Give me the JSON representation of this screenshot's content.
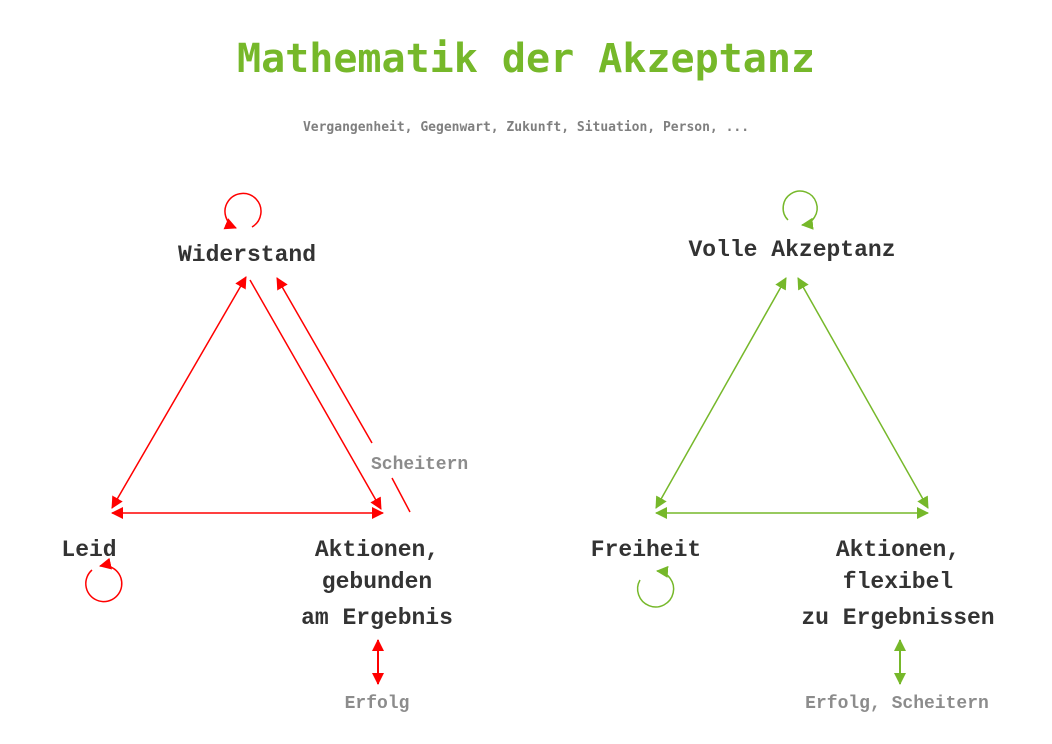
{
  "title": "Mathematik der Akzeptanz",
  "subtitle": "Vergangenheit, Gegenwart, Zukunft, Situation, Person, ...",
  "colors": {
    "title": "#76b82a",
    "subtitle": "#7f7f7f",
    "node_text": "#333333",
    "note_text": "#8c8c8c",
    "red": "#ff0000",
    "green": "#76b82a"
  },
  "left_triangle": {
    "top": "Widerstand",
    "left": "Leid",
    "right_line1": "Aktionen,",
    "right_line2": "gebunden",
    "right_line3": "am Ergebnis",
    "side_note": "Scheitern",
    "outcome": "Erfolg"
  },
  "right_triangle": {
    "top": "Volle Akzeptanz",
    "left": "Freiheit",
    "right_line1": "Aktionen,",
    "right_line2": "flexibel",
    "right_line3": "zu Ergebnissen",
    "outcome": "Erfolg, Scheitern"
  }
}
